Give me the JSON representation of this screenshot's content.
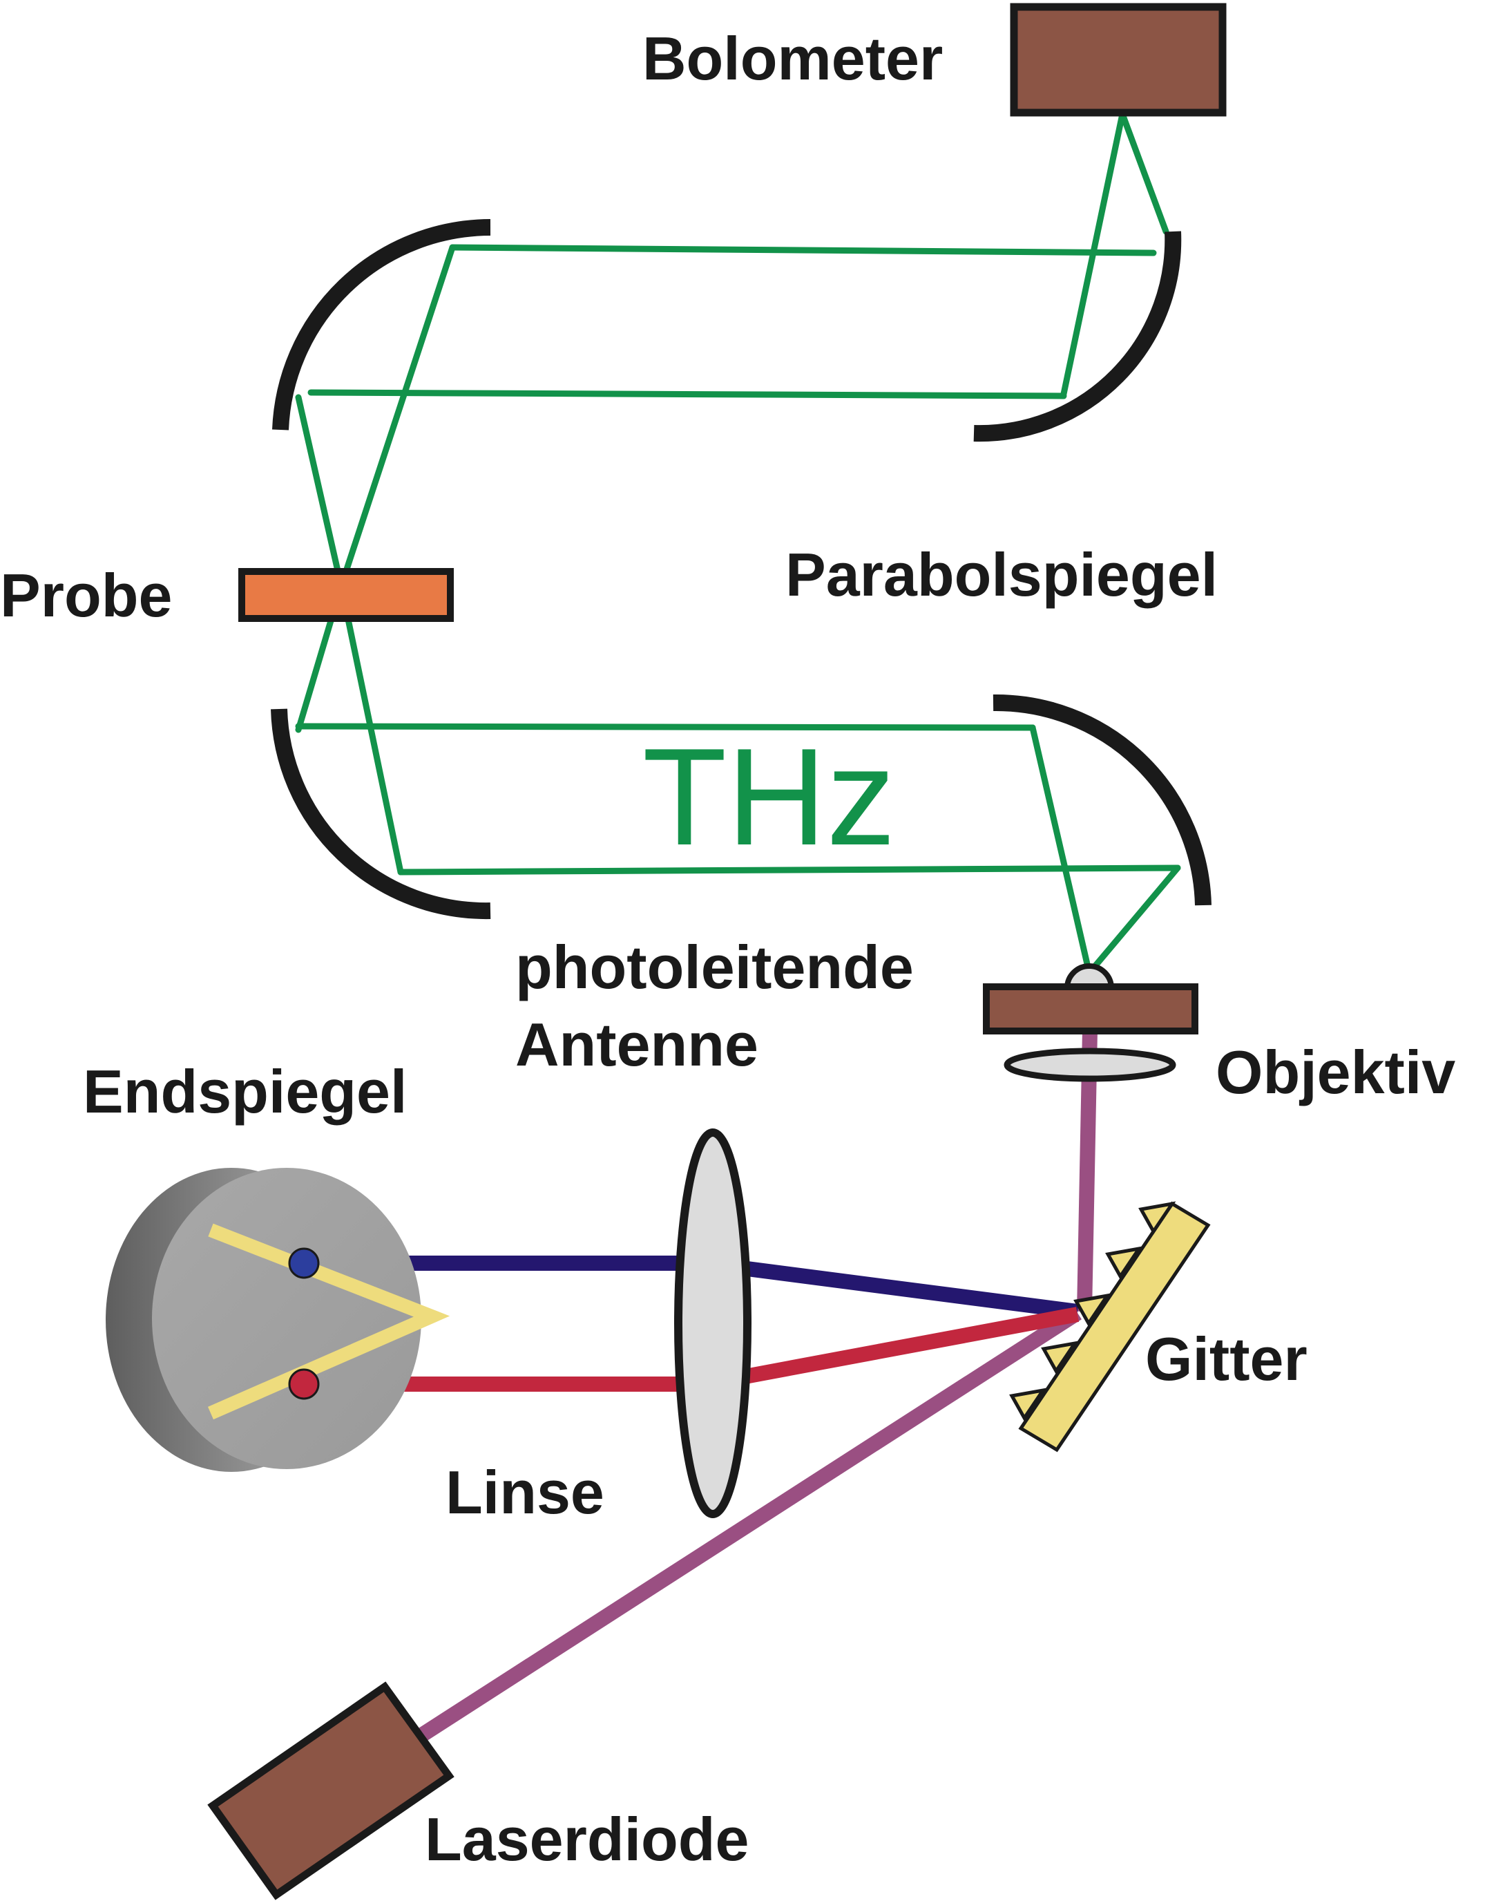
{
  "labels": {
    "bolometer": "Bolometer",
    "probe": "Probe",
    "parabolspiegel": "Parabolspiegel",
    "thz": "THz",
    "photoleitende_line1": "photoleitende",
    "photoleitende_line2": "Antenne",
    "objektiv": "Objektiv",
    "endspiegel": "Endspiegel",
    "gitter": "Gitter",
    "linse": "Linse",
    "laserdiode": "Laserdiode"
  },
  "colors": {
    "thz_beam": "#12924a",
    "mirror": "#1a1a1a",
    "bolometer_fill": "#8c5545",
    "probe_fill": "#e87a45",
    "antenna_fill": "#8c5545",
    "laserdiode_fill": "#8c5545",
    "laser_beam": "#9a4f82",
    "blue_beam": "#24176f",
    "red_beam": "#c2273e",
    "grating_fill": "#eedc7d",
    "lens_fill": "#dcdcdc"
  }
}
